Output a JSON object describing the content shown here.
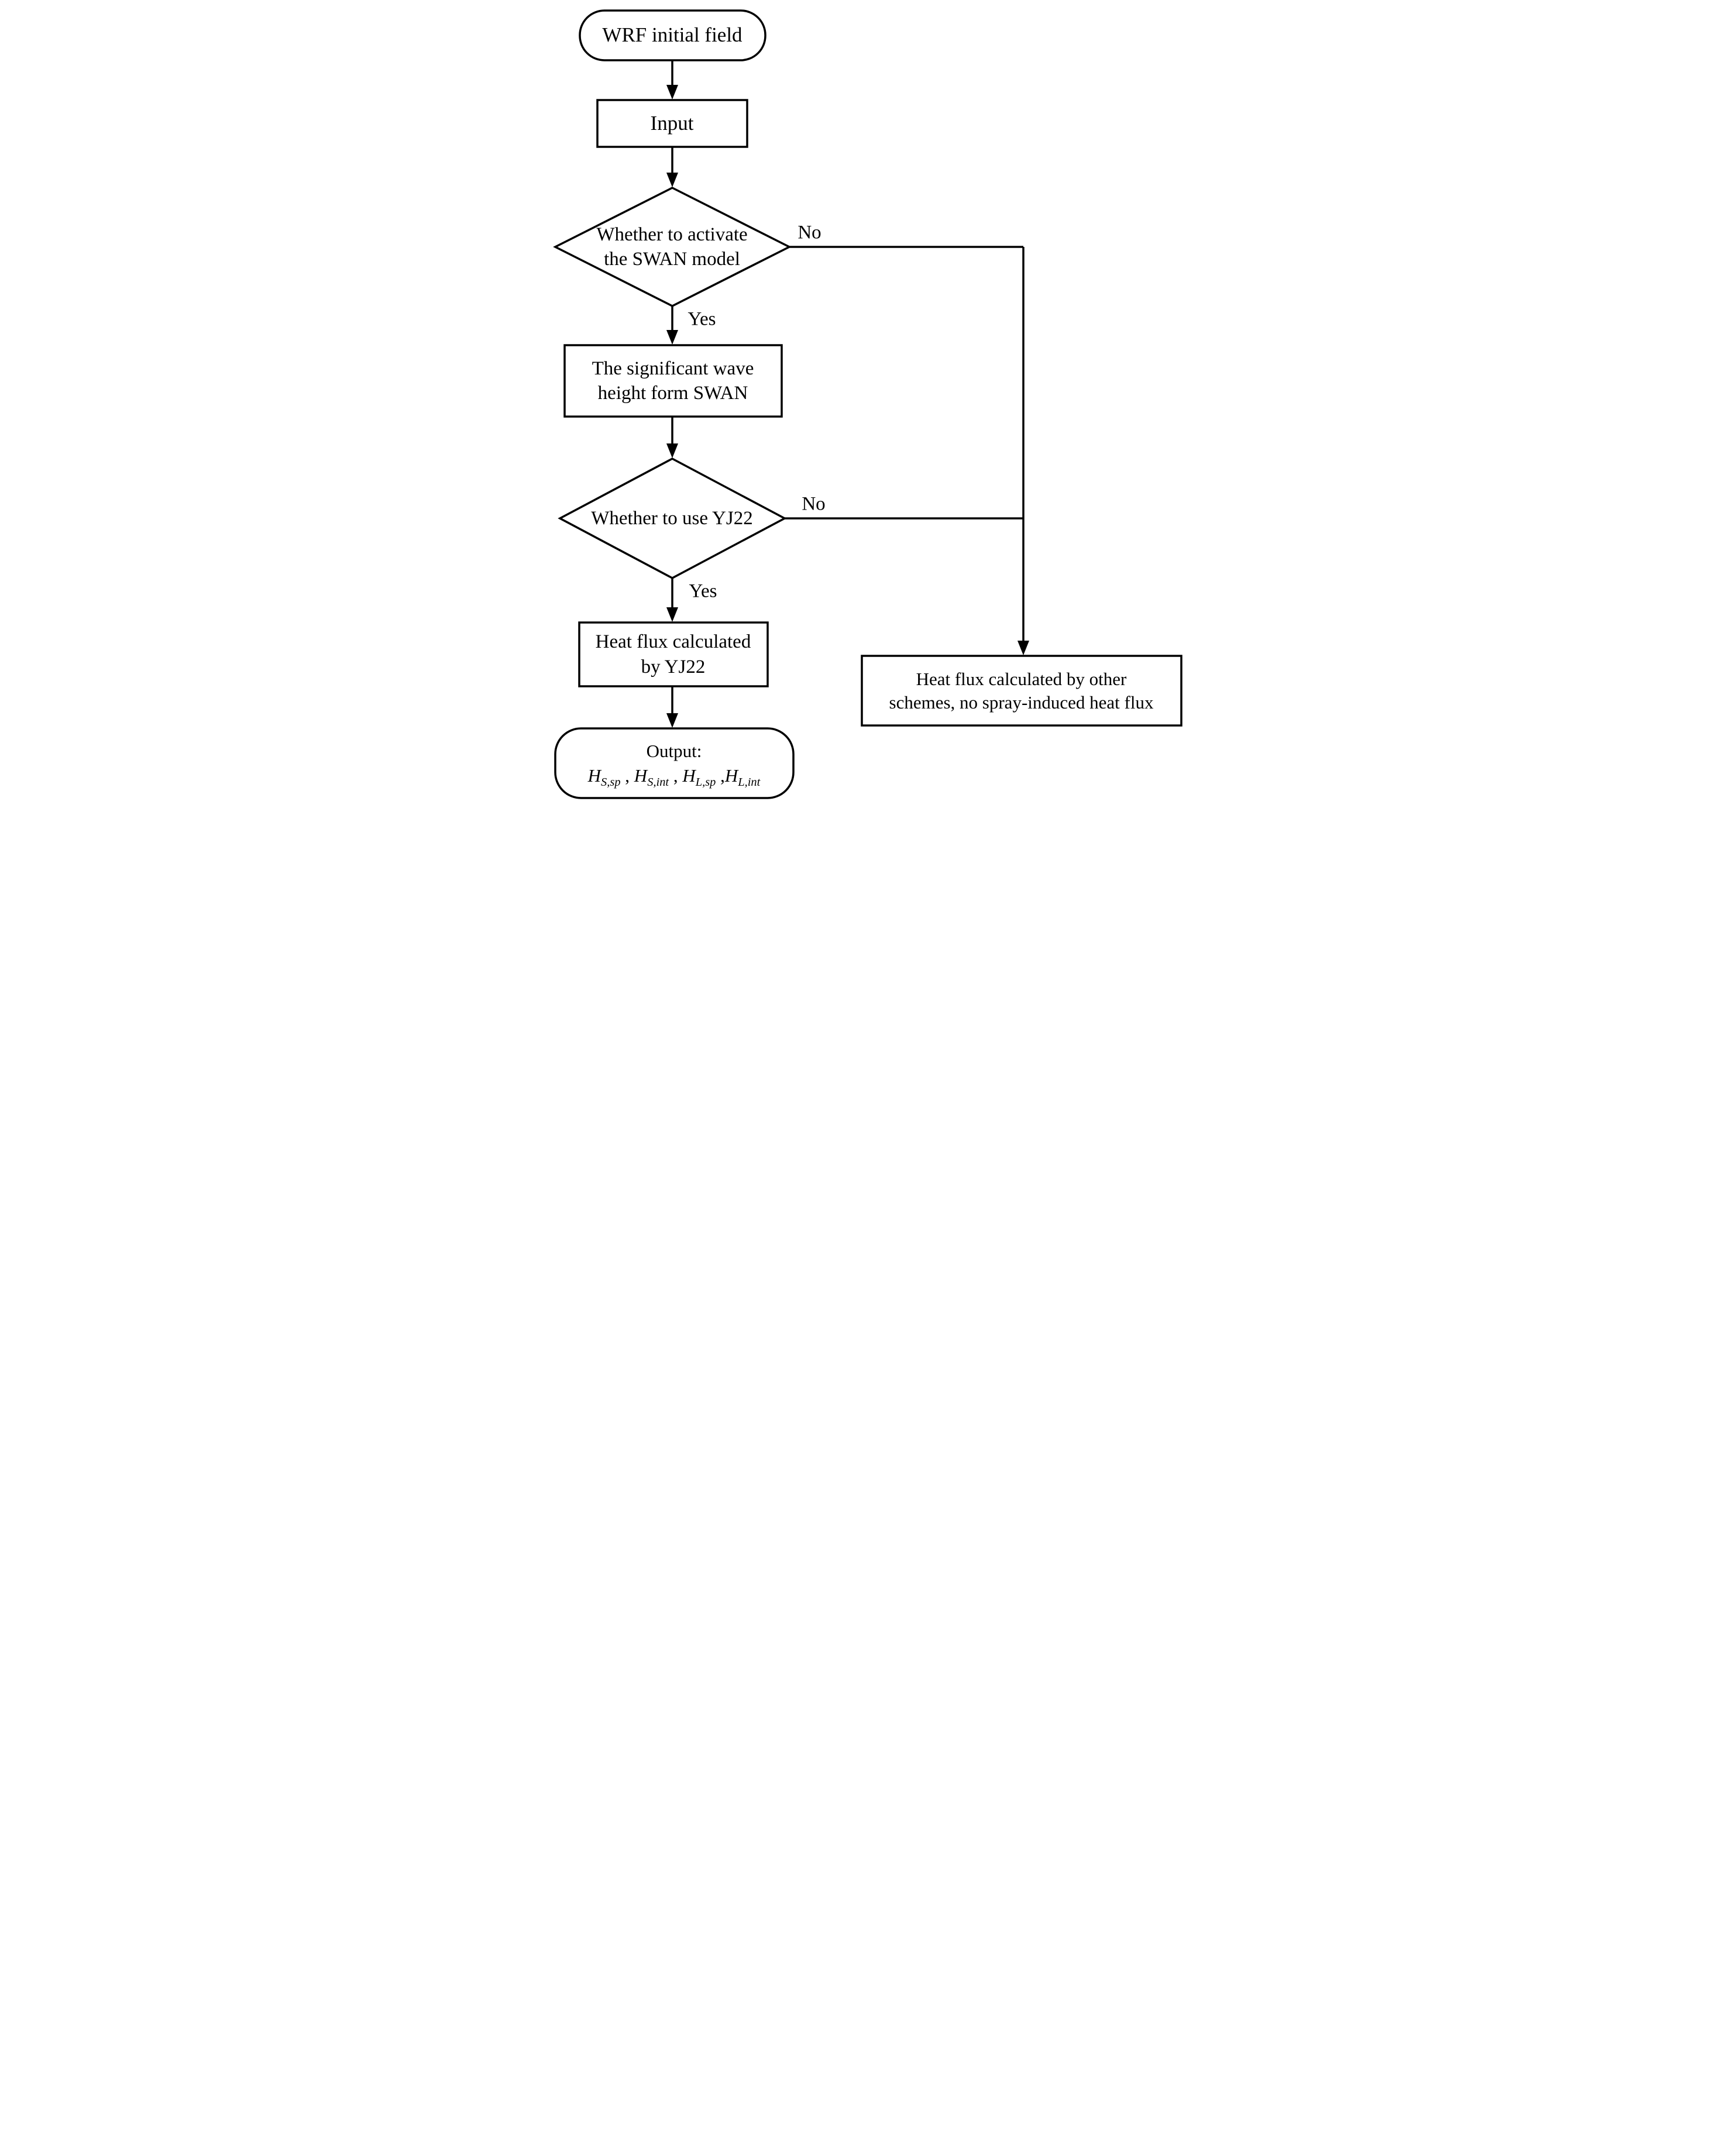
{
  "figure": {
    "background": "#ffffff",
    "stroke_color": "#000000",
    "nodes": {
      "start": {
        "label": "WRF initial field"
      },
      "input": {
        "label": "Input"
      },
      "decision_swan": {
        "line1": "Whether to activate",
        "line2": "the SWAN model"
      },
      "swan": {
        "line1": "The significant wave",
        "line2": "height form SWAN"
      },
      "decision_yj22": {
        "label": "Whether to use YJ22"
      },
      "yj22": {
        "line1": "Heat flux calculated",
        "line2": "by YJ22"
      },
      "other": {
        "line1": "Heat flux calculated by other",
        "line2": "schemes, no spray-induced heat flux"
      },
      "output": {
        "title": "Output:",
        "formula": {
          "h1": "H",
          "sub1": "S,sp",
          "sep1": " , ",
          "h2": "H",
          "sub2": "S,int",
          "sep2": " , ",
          "h3": "H",
          "sub3": "L,sp",
          "sep3": " ,",
          "h4": "H",
          "sub4": "L,int"
        }
      }
    },
    "edge_labels": {
      "no_swan": "No",
      "yes_swan": "Yes",
      "no_yj22": "No",
      "yes_yj22": "Yes"
    }
  }
}
